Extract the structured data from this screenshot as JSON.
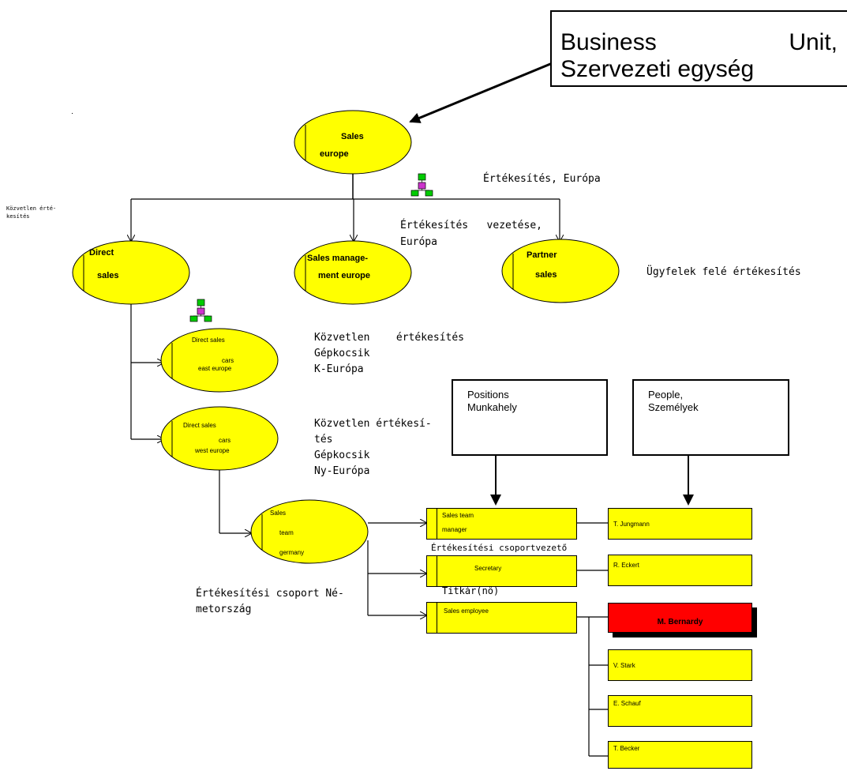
{
  "business_unit": {
    "line1_left": "Business",
    "line1_right": "Unit,",
    "line2": "Szervezeti egység"
  },
  "labels": {
    "direct_sales_note": "Közvetlen érté-\nkesítés",
    "sales_europe_hu": "Értékesítés, Európa",
    "sales_mgmt_hu_line1_left": "Értékesítés",
    "sales_mgmt_hu_line1_right": "vezetése,",
    "sales_mgmt_hu_line2": "Európa",
    "partner_sales_hu": "Ügyfelek felé értékesítés",
    "direct_east_hu_line1_left": "Közvetlen",
    "direct_east_hu_line1_right": "értékesítés",
    "direct_east_hu_line2": "Gépkocsik",
    "direct_east_hu_line3": "K-Európa",
    "direct_west_hu_line1": "Közvetlen értékesí-",
    "direct_west_hu_line2": "tés",
    "direct_west_hu_line3": "Gépkocsik",
    "direct_west_hu_line4": "Ny-Európa",
    "team_germany_hu_line1": "Értékesítési csoport Né-",
    "team_germany_hu_line2": "metország",
    "team_manager_hu": "Értékesítési csoportvezető",
    "secretary_hu": "Titkár(nő)"
  },
  "units": {
    "sales_europe": {
      "line1": "Sales",
      "line2": "europe"
    },
    "direct_sales": {
      "line1": "Direct",
      "line2": "sales"
    },
    "sales_management": {
      "line1": "Sales manage-",
      "line2": "ment europe"
    },
    "partner_sales": {
      "line1": "Partner",
      "line2": "sales"
    },
    "direct_sales_east": {
      "line1": "Direct sales",
      "line2": "cars",
      "line3": "east europe"
    },
    "direct_sales_west": {
      "line1": "Direct sales",
      "line2": "cars",
      "line3": "west europe"
    },
    "sales_team_germany": {
      "line1": "Sales",
      "line2": "team",
      "line3": "germany"
    }
  },
  "headers": {
    "positions": {
      "line1": "Positions",
      "line2": "Munkahely"
    },
    "people": {
      "line1": "People,",
      "line2": "Személyek"
    }
  },
  "positions": {
    "team_manager": {
      "line1": "Sales team",
      "line2": "manager"
    },
    "secretary": "Secretary",
    "employee": "Sales employee"
  },
  "people": {
    "jungmann": "T. Jungmann",
    "eckert": "R. Eckert",
    "bernardy": "M. Bernardy",
    "stark": "V. Stark",
    "schauf": "E. Schauf",
    "becker": "T. Becker"
  },
  "colors": {
    "unit_fill": "#ffff00",
    "highlight_fill": "#ff0000",
    "org_icon_green": "#00cc00",
    "org_icon_magenta": "#cc33cc"
  },
  "icons": [
    "org-structure-icon",
    "org-structure-icon"
  ]
}
